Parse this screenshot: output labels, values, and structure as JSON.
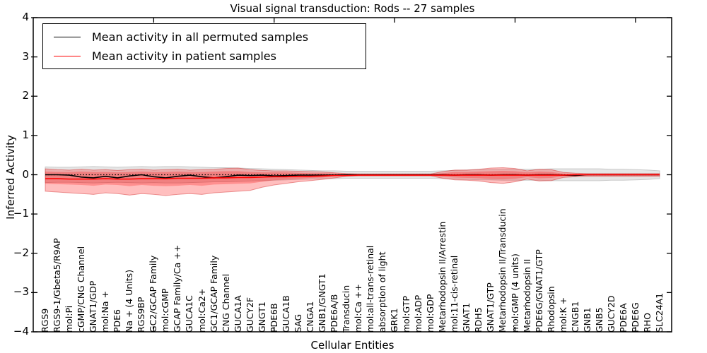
{
  "chart": {
    "title": "Visual signal transduction: Rods -- 27 samples",
    "xlabel": "Cellular Entities",
    "ylabel": "Inferred Activity"
  },
  "legend": {
    "items": [
      {
        "label": "Mean activity in all permuted samples",
        "color": "#000000"
      },
      {
        "label": "Mean activity in patient samples",
        "color": "#ff0000"
      }
    ]
  },
  "colors": {
    "frame": "#000000",
    "permuted_line": "#000000",
    "patient_line": "#ff0000",
    "permuted_band_fill": "rgba(0,0,0,0.10)",
    "permuted_band_edge": "#c9c9c9",
    "patient_band_fill": "rgba(255,0,0,0.25)",
    "patient_band_edge": "rgba(210,40,40,0.45)"
  },
  "chart_data": {
    "type": "line",
    "title": "Visual signal transduction: Rods -- 27 samples",
    "xlabel": "Cellular Entities",
    "ylabel": "Inferred Activity",
    "ylim": [
      -4,
      4
    ],
    "xlim": [
      0,
      53
    ],
    "grid": false,
    "legend_position": "upper left",
    "y_tick_labels": [
      "4",
      "3",
      "2",
      "1",
      "0",
      "−1",
      "−2",
      "−3",
      "−4"
    ],
    "y_tick_values": [
      4,
      3,
      2,
      1,
      0,
      -1,
      -2,
      -3,
      -4
    ],
    "x_major_tick_positions": [
      10,
      20,
      30,
      40,
      50
    ],
    "categories": [
      "RGS9",
      "RGS9-1/Gbeta5/R9AP",
      "mol:Pi",
      "cGMP/CNG Channel",
      "GNAT1/GDP",
      "mol:Na +",
      "PDE6",
      "Na + (4 Units)",
      "RGS9BP",
      "GC2/GCAP Family",
      "mol:cGMP",
      "GCAP Family/Ca ++",
      "GUCA1C",
      "mol:Ca2+",
      "GC1/GCAP Family",
      "CNG Channel",
      "GUCA1A",
      "GUCY2F",
      "GNGT1",
      "PDE6B",
      "GUCA1B",
      "SAG",
      "CNGA1",
      "GNB1/GNGT1",
      "PDE6A/B",
      "Transducin",
      "mol:Ca ++",
      "mol:all-trans-retinal",
      "absorption of light",
      "GRK1",
      "mol:GTP",
      "mol:ADP",
      "mol:GDP",
      "Metarhodopsin II/Arrestin",
      "mol:11-cis-retinal",
      "GNAT1",
      "RDH5",
      "GNAT1/GTP",
      "Metarhodopsin II/Transducin",
      "mol:GMP (4 units)",
      "Metarhodopsin II",
      "PDE6G/GNAT1/GTP",
      "Rhodopsin",
      "mol:K +",
      "CNGB1",
      "GNB1",
      "GNB5",
      "GUCY2D",
      "PDE6A",
      "PDE6G",
      "RHO",
      "SLC24A1"
    ],
    "series": [
      {
        "name": "Mean activity in all permuted samples",
        "color": "#000000",
        "style": "solid",
        "values": [
          0.0,
          0.0,
          -0.01,
          -0.06,
          -0.08,
          -0.04,
          -0.08,
          -0.03,
          0.0,
          -0.05,
          -0.08,
          -0.04,
          -0.01,
          -0.05,
          -0.08,
          -0.05,
          -0.01,
          -0.02,
          -0.01,
          -0.03,
          -0.02,
          -0.01,
          -0.01,
          -0.01,
          -0.01,
          0.0,
          0.0,
          0.0,
          0.0,
          0.0,
          0.0,
          0.0,
          0.0,
          0.0,
          -0.01,
          0.0,
          0.0,
          -0.01,
          0.0,
          0.0,
          -0.01,
          0.0,
          0.0,
          -0.01,
          -0.02,
          0.0,
          0.0,
          0.0,
          0.0,
          0.0,
          0.0,
          0.0
        ]
      },
      {
        "name": "Mean activity in patient samples",
        "color": "#ff0000",
        "style": "solid",
        "values": [
          -0.1,
          -0.1,
          -0.11,
          -0.11,
          -0.11,
          -0.1,
          -0.11,
          -0.11,
          -0.1,
          -0.1,
          -0.1,
          -0.09,
          -0.09,
          -0.09,
          -0.08,
          -0.08,
          -0.07,
          -0.07,
          -0.06,
          -0.05,
          -0.05,
          -0.04,
          -0.04,
          -0.03,
          -0.02,
          -0.02,
          -0.01,
          -0.01,
          -0.01,
          -0.01,
          -0.01,
          -0.01,
          -0.01,
          -0.01,
          -0.01,
          -0.01,
          -0.01,
          -0.01,
          -0.01,
          -0.01,
          -0.01,
          -0.01,
          -0.01,
          -0.01,
          0.0,
          0.0,
          0.0,
          0.0,
          0.0,
          0.0,
          0.0,
          0.0
        ]
      }
    ],
    "baseline": {
      "value": 0,
      "style": "dotted",
      "color": "#000000"
    },
    "bands": [
      {
        "name": "permuted-samples-range",
        "fill": "rgba(0,0,0,0.10)",
        "edge": "#c9c9c9",
        "hi": [
          0.2,
          0.19,
          0.19,
          0.2,
          0.21,
          0.2,
          0.19,
          0.2,
          0.21,
          0.2,
          0.21,
          0.21,
          0.2,
          0.19,
          0.18,
          0.18,
          0.17,
          0.16,
          0.15,
          0.14,
          0.13,
          0.12,
          0.11,
          0.1,
          0.1,
          0.09,
          0.09,
          0.09,
          0.09,
          0.09,
          0.09,
          0.09,
          0.09,
          0.1,
          0.11,
          0.12,
          0.13,
          0.13,
          0.14,
          0.14,
          0.14,
          0.14,
          0.15,
          0.15,
          0.15,
          0.15,
          0.15,
          0.14,
          0.14,
          0.13,
          0.12,
          0.1
        ],
        "lo": [
          -0.2,
          -0.19,
          -0.19,
          -0.2,
          -0.21,
          -0.2,
          -0.19,
          -0.2,
          -0.21,
          -0.2,
          -0.21,
          -0.21,
          -0.2,
          -0.19,
          -0.18,
          -0.18,
          -0.17,
          -0.16,
          -0.15,
          -0.14,
          -0.13,
          -0.12,
          -0.11,
          -0.1,
          -0.1,
          -0.09,
          -0.09,
          -0.09,
          -0.09,
          -0.09,
          -0.09,
          -0.09,
          -0.09,
          -0.1,
          -0.11,
          -0.12,
          -0.13,
          -0.13,
          -0.14,
          -0.14,
          -0.14,
          -0.14,
          -0.15,
          -0.15,
          -0.15,
          -0.15,
          -0.15,
          -0.14,
          -0.14,
          -0.13,
          -0.12,
          -0.1
        ]
      },
      {
        "name": "patient-samples-range-outer",
        "fill": "rgba(255,0,0,0.25)",
        "edge": "rgba(210,40,40,0.45)",
        "hi": [
          0.15,
          0.13,
          0.12,
          0.14,
          0.12,
          0.13,
          0.11,
          0.13,
          0.14,
          0.12,
          0.13,
          0.14,
          0.12,
          0.13,
          0.14,
          0.16,
          0.17,
          0.13,
          0.11,
          0.1,
          0.1,
          0.09,
          0.08,
          0.07,
          0.05,
          0.03,
          0.02,
          0.02,
          0.02,
          0.02,
          0.02,
          0.02,
          0.02,
          0.08,
          0.12,
          0.12,
          0.14,
          0.17,
          0.18,
          0.16,
          0.1,
          0.14,
          0.13,
          0.06,
          0.04,
          0.03,
          0.03,
          0.03,
          0.03,
          0.03,
          0.03,
          0.03
        ],
        "lo": [
          -0.42,
          -0.44,
          -0.46,
          -0.48,
          -0.5,
          -0.46,
          -0.48,
          -0.52,
          -0.48,
          -0.5,
          -0.53,
          -0.5,
          -0.48,
          -0.5,
          -0.46,
          -0.44,
          -0.42,
          -0.4,
          -0.32,
          -0.26,
          -0.22,
          -0.18,
          -0.15,
          -0.12,
          -0.08,
          -0.04,
          -0.03,
          -0.03,
          -0.03,
          -0.03,
          -0.03,
          -0.03,
          -0.03,
          -0.09,
          -0.13,
          -0.14,
          -0.16,
          -0.2,
          -0.22,
          -0.18,
          -0.11,
          -0.16,
          -0.15,
          -0.07,
          -0.05,
          -0.04,
          -0.04,
          -0.04,
          -0.04,
          -0.04,
          -0.04,
          -0.04
        ]
      },
      {
        "name": "patient-samples-range-inner",
        "fill": "rgba(255,0,0,0.25)",
        "edge": "none",
        "hi": [
          0.08,
          0.07,
          0.07,
          0.08,
          0.07,
          0.07,
          0.06,
          0.07,
          0.08,
          0.07,
          0.07,
          0.08,
          0.07,
          0.07,
          0.08,
          0.09,
          0.09,
          0.07,
          0.06,
          0.06,
          0.06,
          0.05,
          0.04,
          0.04,
          0.03,
          0.02,
          0.01,
          0.01,
          0.01,
          0.01,
          0.01,
          0.01,
          0.01,
          0.04,
          0.07,
          0.07,
          0.08,
          0.09,
          0.1,
          0.09,
          0.06,
          0.08,
          0.07,
          0.03,
          0.02,
          0.02,
          0.02,
          0.02,
          0.02,
          0.02,
          0.02,
          0.02
        ],
        "lo": [
          -0.23,
          -0.24,
          -0.25,
          -0.26,
          -0.28,
          -0.25,
          -0.26,
          -0.29,
          -0.26,
          -0.28,
          -0.29,
          -0.28,
          -0.26,
          -0.28,
          -0.25,
          -0.24,
          -0.23,
          -0.22,
          -0.18,
          -0.14,
          -0.12,
          -0.1,
          -0.08,
          -0.07,
          -0.04,
          -0.02,
          -0.02,
          -0.02,
          -0.02,
          -0.02,
          -0.02,
          -0.02,
          -0.02,
          -0.05,
          -0.07,
          -0.08,
          -0.09,
          -0.11,
          -0.12,
          -0.1,
          -0.06,
          -0.09,
          -0.08,
          -0.04,
          -0.03,
          -0.02,
          -0.02,
          -0.02,
          -0.02,
          -0.02,
          -0.02,
          -0.02
        ]
      }
    ]
  }
}
